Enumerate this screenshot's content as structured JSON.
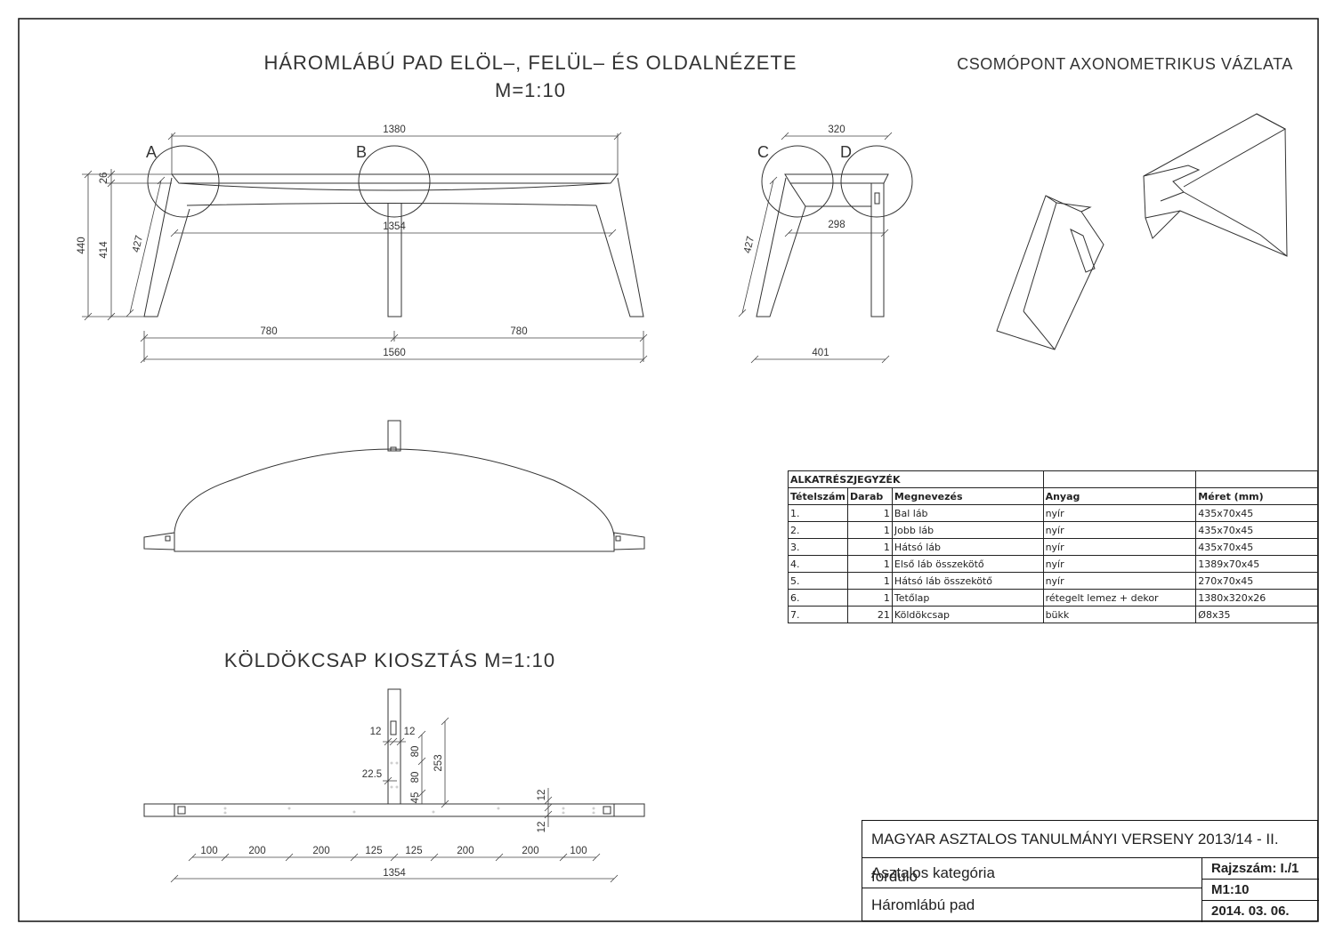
{
  "titles": {
    "main_line1": "HÁROMLÁBÚ PAD ELÖL–, FELÜL– ÉS OLDALNÉZETE",
    "main_line2": "M=1:10",
    "axonometric": "CSOMÓPONT AXONOMETRIKUS VÁZLATA",
    "dowel_layout": "KÖLDÖKCSAP KIOSZTÁS M=1:10"
  },
  "front_view": {
    "dims": {
      "top_length": "1380",
      "rail_length": "1354",
      "height_total": "440",
      "height_inner": "414",
      "top_thickness": "26",
      "leg_length": "427",
      "half_left": "780",
      "half_right": "780",
      "overall": "1560"
    },
    "details": [
      "A",
      "B"
    ]
  },
  "side_view": {
    "dims": {
      "top_width": "320",
      "rail_length": "298",
      "leg_length": "427",
      "overall": "401"
    },
    "details": [
      "C",
      "D"
    ]
  },
  "dowel_view": {
    "dims": {
      "a": "12",
      "b": "12",
      "c": "80",
      "d": "253",
      "e": "22.5",
      "f": "45",
      "g": "80",
      "h": "12",
      "i": "12",
      "overall": "1354"
    },
    "spacing": [
      "100",
      "200",
      "200",
      "125",
      "125",
      "200",
      "200",
      "100"
    ]
  },
  "parts_list": {
    "title": "ALKATRÉSZJEGYZÉK",
    "headers": [
      "Tételszám",
      "Darab",
      "Megnevezés",
      "Anyag",
      "Méret (mm)"
    ],
    "rows": [
      [
        "1.",
        "1",
        "Bal láb",
        "nyír",
        "435x70x45"
      ],
      [
        "2.",
        "1",
        "Jobb láb",
        "nyír",
        "435x70x45"
      ],
      [
        "3.",
        "1",
        "Hátsó láb",
        "nyír",
        "435x70x45"
      ],
      [
        "4.",
        "1",
        "Első láb összekötő",
        "nyír",
        "1389x70x45"
      ],
      [
        "5.",
        "1",
        "Hátsó láb összekötő",
        "nyír",
        "270x70x45"
      ],
      [
        "6.",
        "1",
        "Tetőlap",
        "rétegelt lemez + dekor",
        "1380x320x26"
      ],
      [
        "7.",
        "21",
        "Köldökcsap",
        "bükk",
        "Ø8x35"
      ]
    ]
  },
  "title_block": {
    "competition": "MAGYAR ASZTALOS TANULMÁNYI VERSENY 2013/14 - II. forduló",
    "category": "Asztalos kategória",
    "name": "Háromlábú pad",
    "drawing_no": "Rajzszám: I./1",
    "scale": "M1:10",
    "date": "2014. 03. 06."
  }
}
